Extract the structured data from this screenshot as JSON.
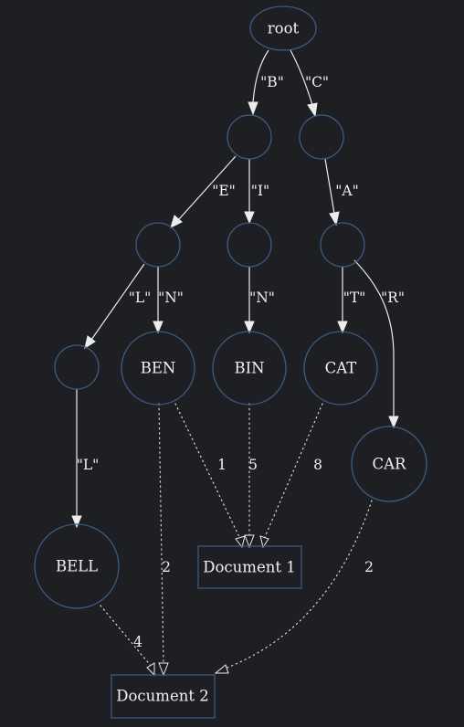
{
  "nodes": {
    "root": "root",
    "ben": "BEN",
    "bin": "BIN",
    "cat": "CAT",
    "car": "CAR",
    "bell": "BELL",
    "doc1": "Document 1",
    "doc2": "Document 2"
  },
  "edges": {
    "b": "\"B\"",
    "c": "\"C\"",
    "e": "\"E\"",
    "i": "\"I\"",
    "a": "\"A\"",
    "l1": "\"L\"",
    "n1": "\"N\"",
    "n2": "\"N\"",
    "t": "\"T\"",
    "r": "\"R\"",
    "l2": "\"L\""
  },
  "weights": {
    "ben_doc1": "1",
    "bin_doc1": "5",
    "cat_doc1": "8",
    "ben_doc2": "2",
    "car_doc2": "2",
    "bell_doc2": "4"
  }
}
